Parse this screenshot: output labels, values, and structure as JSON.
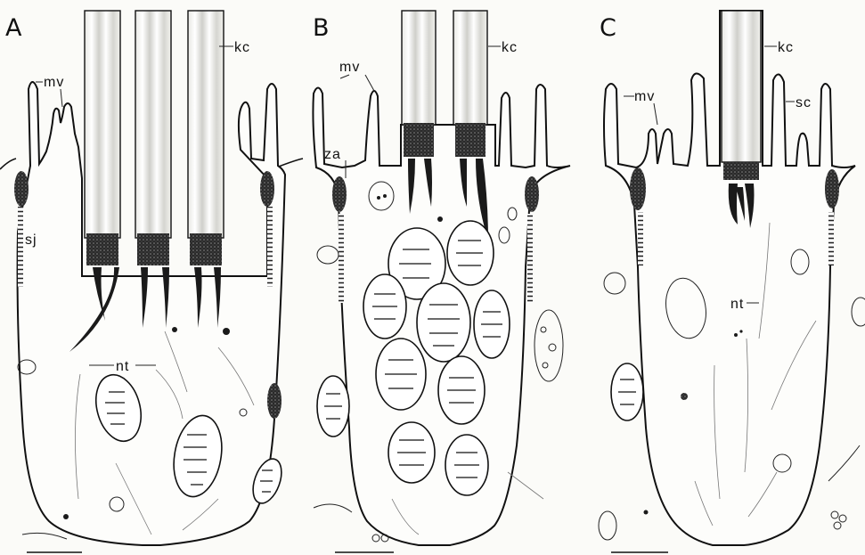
{
  "panels": [
    {
      "letter": "A",
      "labels": {
        "kc": "kc",
        "mv": "mv",
        "sj": "sj",
        "nt": "nt"
      }
    },
    {
      "letter": "B",
      "labels": {
        "kc": "kc",
        "mv": "mv",
        "za": "za"
      }
    },
    {
      "letter": "C",
      "labels": {
        "kc": "kc",
        "mv": "mv",
        "sc": "sc",
        "nt": "nt"
      }
    }
  ]
}
